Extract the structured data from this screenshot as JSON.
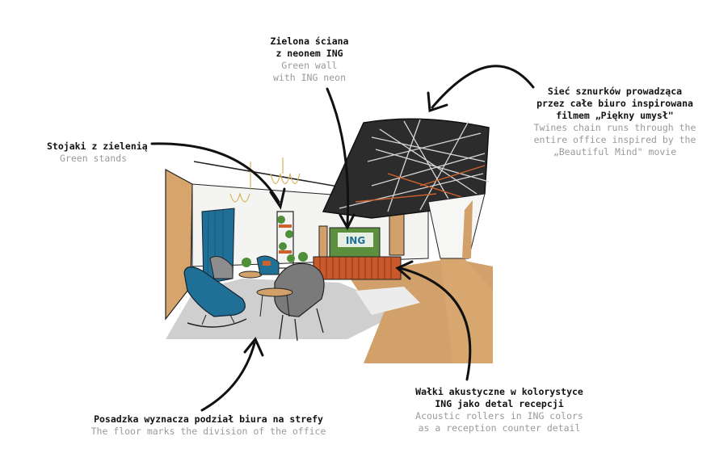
{
  "annotations": {
    "green_wall": {
      "pl": [
        "Zielona ściana",
        "z neonem ING"
      ],
      "en": [
        "Green wall",
        "with ING neon"
      ]
    },
    "green_stands": {
      "pl": [
        "Stojaki z zielenią"
      ],
      "en": [
        "Green stands"
      ]
    },
    "twines": {
      "pl": [
        "Sieć sznurków prowadząca",
        "przez całe biuro inspirowana",
        "filmem „Piękny umysł\""
      ],
      "en": [
        "Twines chain runs through the",
        "entire office inspired by the",
        "„Beautiful Mind\" movie"
      ]
    },
    "floor": {
      "pl": [
        "Posadzka wyznacza podział biura na strefy"
      ],
      "en": [
        "The floor marks the division of the office"
      ]
    },
    "rollers": {
      "pl": [
        "Wałki akustyczne w kolorystyce",
        "ING jako detal recepcji"
      ],
      "en": [
        "Acoustic rollers in ING colors",
        "as a reception counter detail"
      ]
    }
  },
  "sign_text": "ING",
  "colors": {
    "orange": "#d0612c",
    "blue": "#1f6f97",
    "wood": "#d2a06a",
    "floor_grey": "#cfcfcf",
    "green": "#4f8f3a",
    "ceiling": "#2c2c2c"
  }
}
